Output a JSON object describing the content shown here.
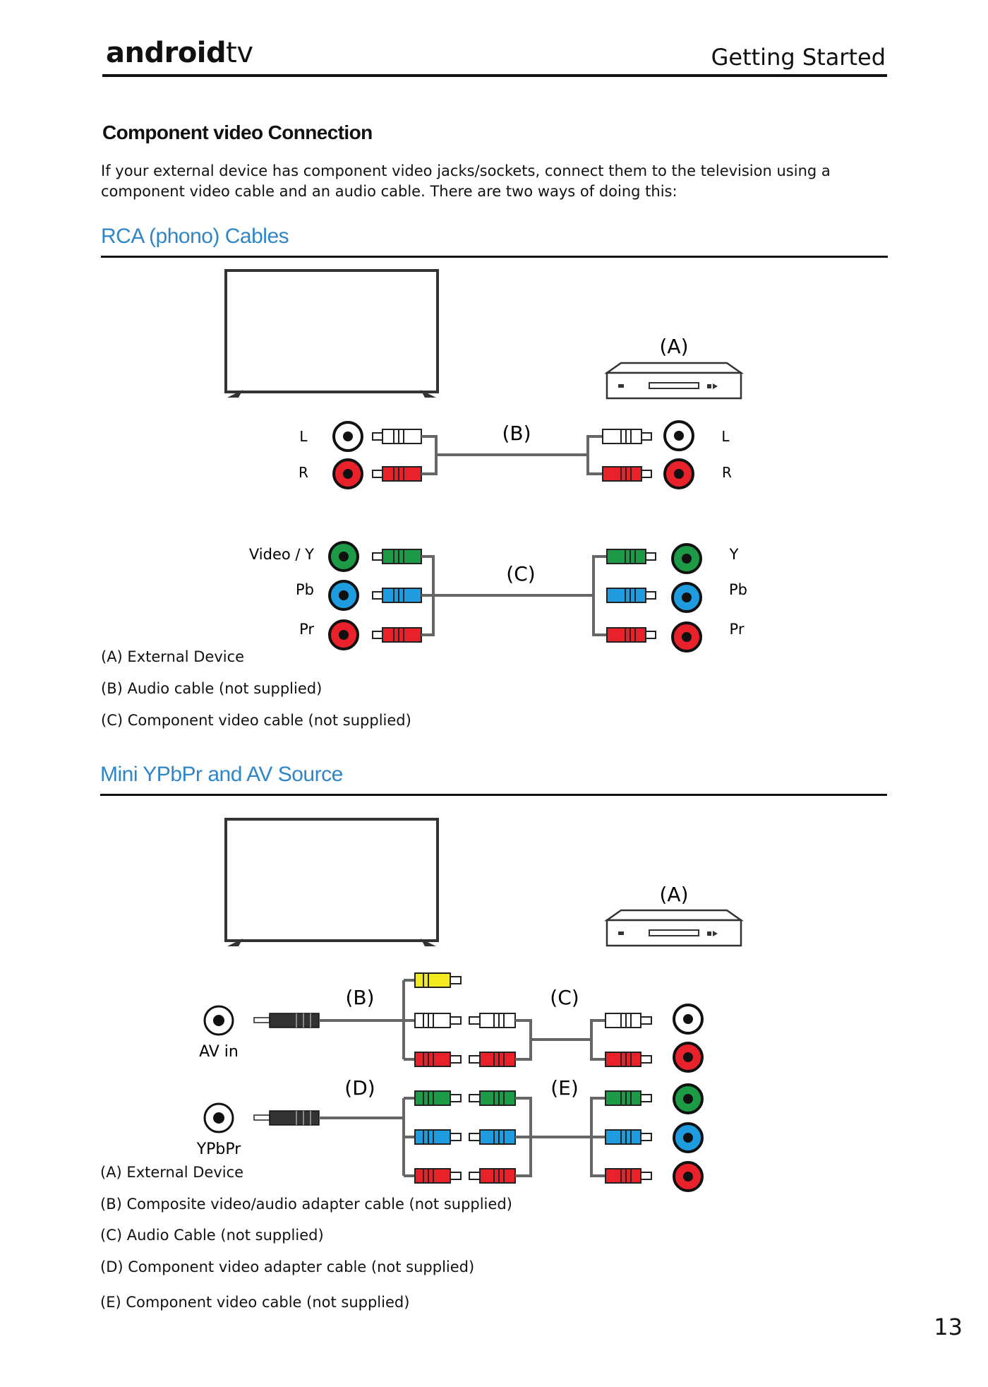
{
  "header": {
    "brand_bold": "android",
    "brand_light": "tv",
    "section": "Getting Started"
  },
  "title": "Component video Connection",
  "intro": "If your external device has component video jacks/sockets, connect them to the television using a component video cable and an audio cable. There are two ways of doing this:",
  "section1": {
    "heading": "RCA (phono) Cables",
    "diagram": {
      "device_label": "(A)",
      "audio_cable_label": "(B)",
      "video_cable_label": "(C)",
      "tv_left_labels": [
        "L",
        "R"
      ],
      "device_right_labels": [
        "L",
        "R"
      ],
      "tv_video_labels": [
        "Video / Y",
        "Pb",
        "Pr"
      ],
      "device_video_labels": [
        "Y",
        "Pb",
        "Pr"
      ]
    },
    "legend": [
      "(A) External Device",
      "(B) Audio cable (not supplied)",
      "(C) Component video cable (not supplied)"
    ]
  },
  "section2": {
    "heading": "Mini YPbPr and AV Source",
    "diagram": {
      "device_label": "(A)",
      "label_b": "(B)",
      "label_c": "(C)",
      "label_d": "(D)",
      "label_e": "(E)",
      "av_in_label": "AV in",
      "ypbpr_label": "YPbPr"
    },
    "legend": [
      "(A) External Device",
      "(B) Composite video/audio adapter cable (not supplied)",
      "(C) Audio Cable (not supplied)",
      "(D) Component video adapter cable (not supplied)",
      "(E) Component video cable (not supplied)"
    ]
  },
  "colors": {
    "accent": "#2f86c6",
    "red": "#e8212a",
    "green": "#1d9a45",
    "blue": "#1f9be0",
    "yellow": "#f4ea20",
    "white": "#ffffff"
  },
  "page_number": "13"
}
